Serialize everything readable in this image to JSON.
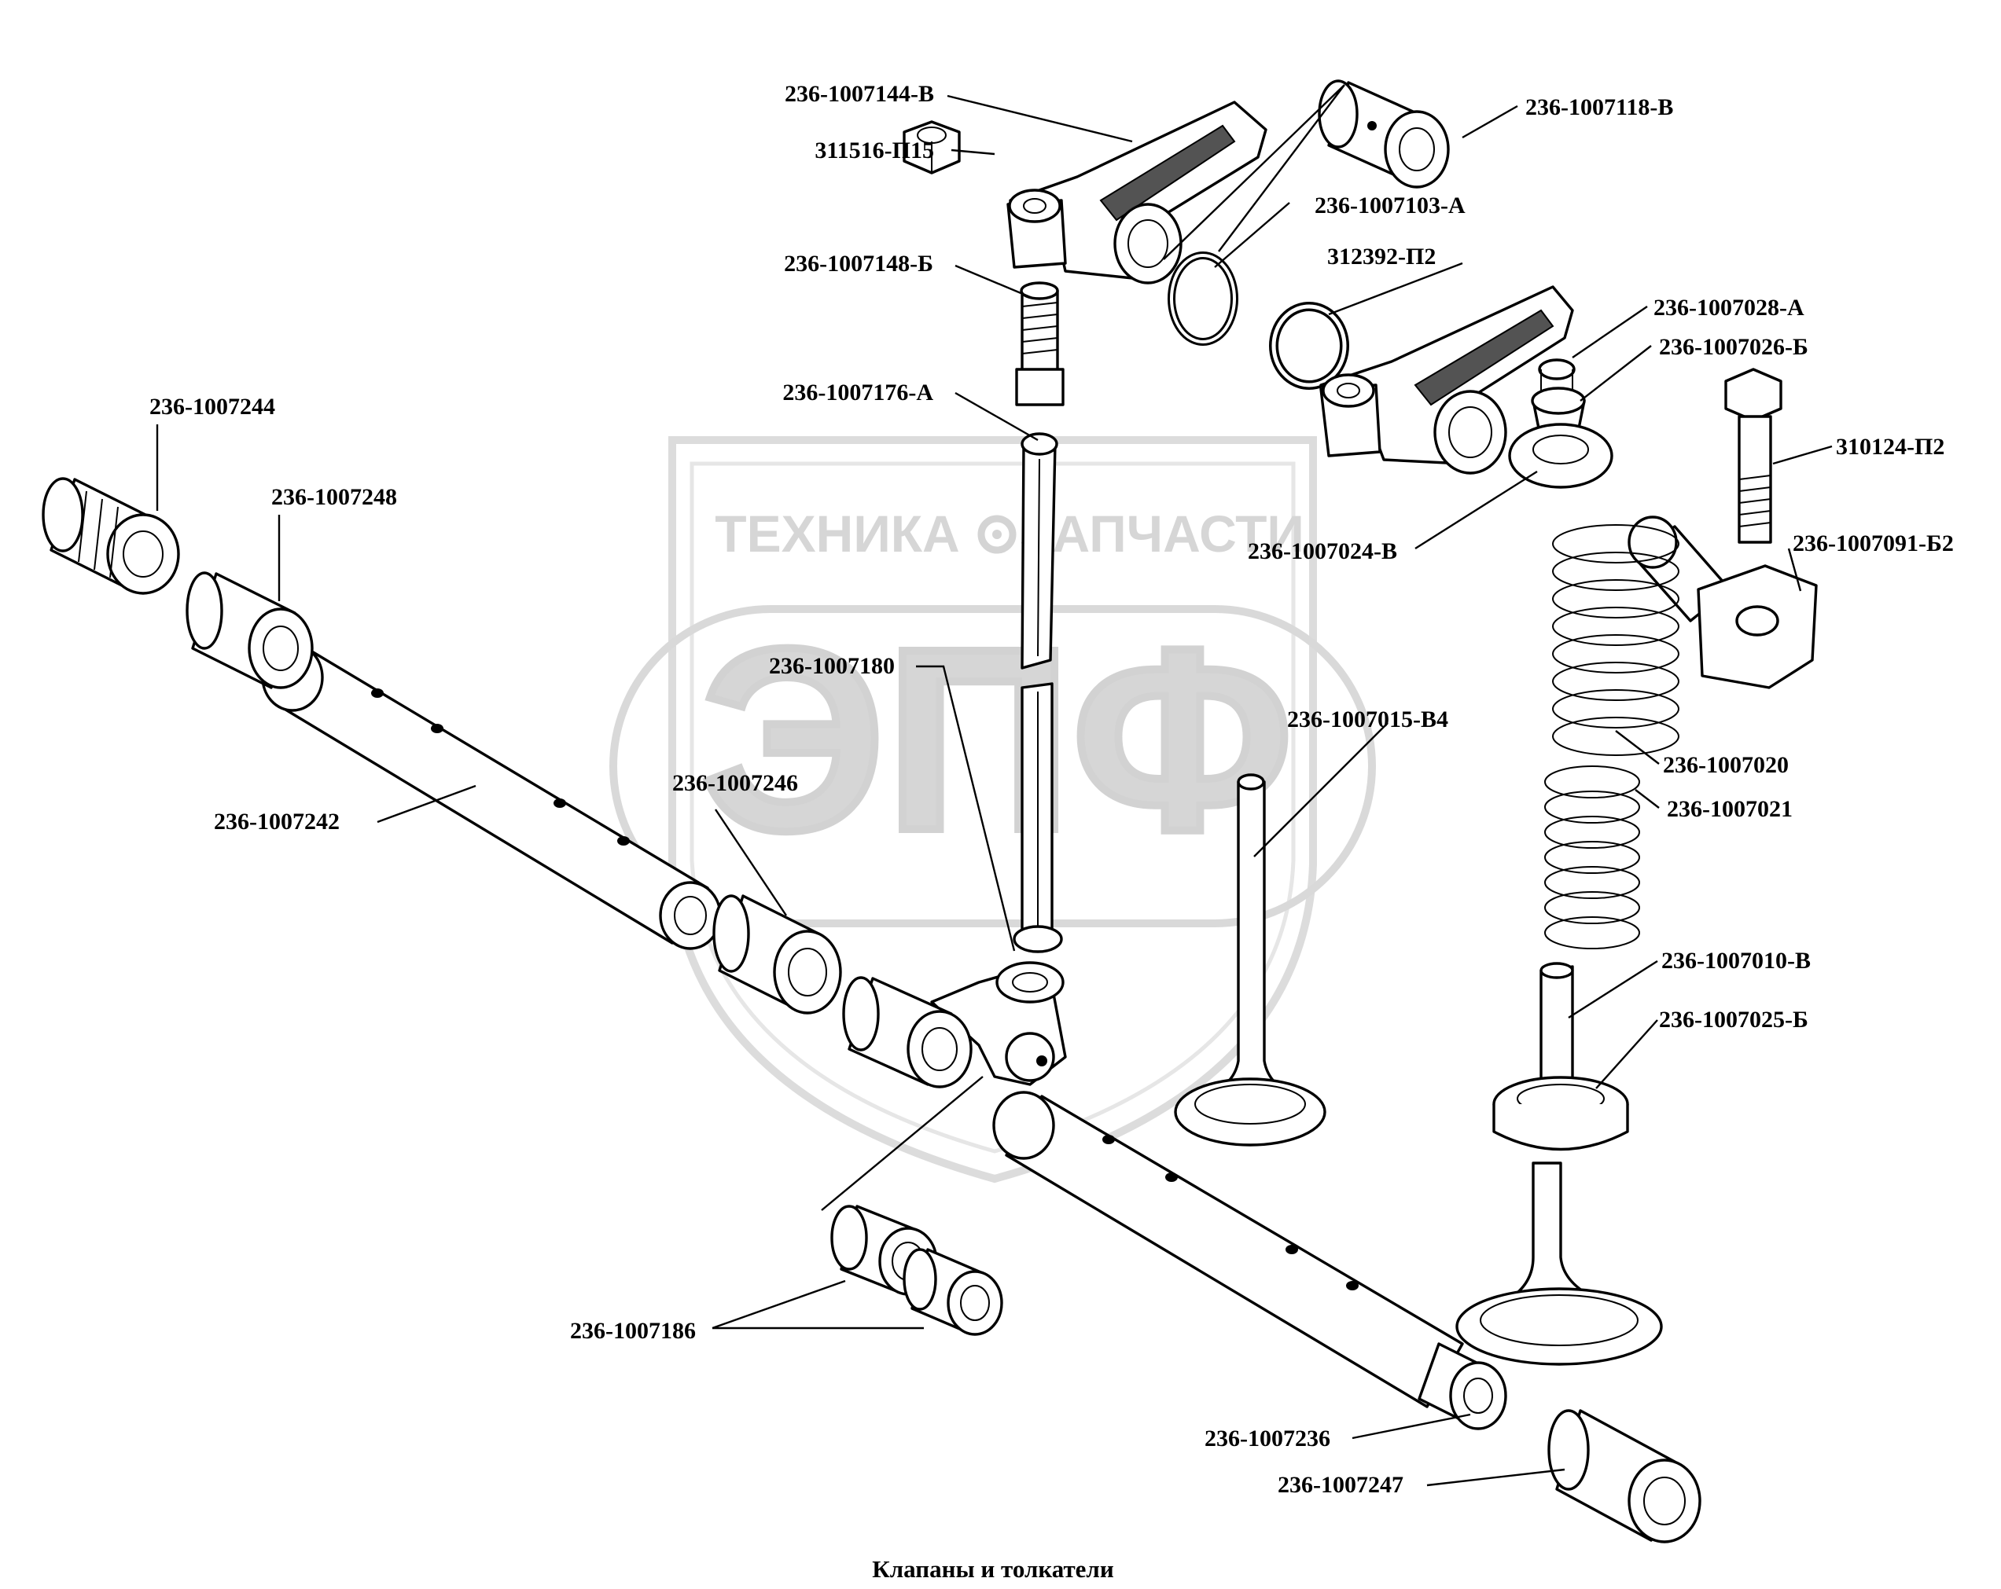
{
  "watermark": {
    "top_left": "ТЕХНИКА",
    "top_right": "ЗАПЧАСТИ",
    "big": "ЭПФ",
    "gear_icon": "gear-icon"
  },
  "caption": "Клапаны и толкатели",
  "labels": [
    {
      "id": "l1",
      "text": "236-1007144-В"
    },
    {
      "id": "l2",
      "text": "311516-П15"
    },
    {
      "id": "l3",
      "text": "236-1007118-В"
    },
    {
      "id": "l4",
      "text": "236-1007103-А"
    },
    {
      "id": "l5",
      "text": "236-1007148-Б"
    },
    {
      "id": "l6",
      "text": "312392-П2"
    },
    {
      "id": "l7",
      "text": "236-1007028-А"
    },
    {
      "id": "l8",
      "text": "236-1007026-Б"
    },
    {
      "id": "l9",
      "text": "236-1007176-А"
    },
    {
      "id": "l10",
      "text": "310124-П2"
    },
    {
      "id": "l11",
      "text": "236-1007244"
    },
    {
      "id": "l12",
      "text": "236-1007248"
    },
    {
      "id": "l13",
      "text": "236-1007024-В"
    },
    {
      "id": "l14",
      "text": "236-1007091-Б2"
    },
    {
      "id": "l15",
      "text": "236-1007180"
    },
    {
      "id": "l16",
      "text": "236-1007015-В4"
    },
    {
      "id": "l17",
      "text": "236-1007020"
    },
    {
      "id": "l18",
      "text": "236-1007246"
    },
    {
      "id": "l19",
      "text": "236-1007021"
    },
    {
      "id": "l20",
      "text": "236-1007242"
    },
    {
      "id": "l21",
      "text": "236-1007010-В"
    },
    {
      "id": "l22",
      "text": "236-1007025-Б"
    },
    {
      "id": "l23",
      "text": "236-1007186"
    },
    {
      "id": "l24",
      "text": "236-1007236"
    },
    {
      "id": "l25",
      "text": "236-1007247"
    }
  ]
}
